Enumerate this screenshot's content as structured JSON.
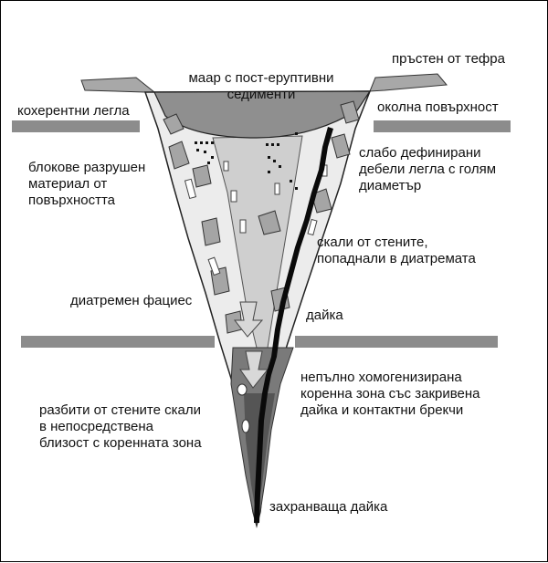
{
  "labels": {
    "maar_sediments": "маар с пост-еруптивни\nседименти",
    "tephra_ring": "пръстен от тефра",
    "coherent_beds": "кохерентни легла",
    "surrounding_surface": "околна повърхност",
    "poorly_defined_beds": "слабо дефинирани\nдебели легла с голям\nдиаметър",
    "block_destroyed_material": "блокове разрушен\nматериал от\nповърхността",
    "wall_rocks_in_diatreme": "скали от стените,\nпопаднали в диатремата",
    "diatreme_facies": "диатремен фациес",
    "dike": "дайка",
    "root_zone": "непълно хомогенизирана\nкоренна зона със закривена\nдайка и контактни брекчи",
    "broken_wall_rocks": "разбити от стените скали\nв непосредствена\nблизост с коренната зона",
    "feeder_dike": "захранваща дайка"
  },
  "colors": {
    "diatreme_fill": "#ececec",
    "inner_zone": "#cfcfcf",
    "maar_sediment": "#8f8f8f",
    "root_zone": "#7a7a7a",
    "layer_bar": "#8c8c8c",
    "dike": "#0a0a0a"
  }
}
